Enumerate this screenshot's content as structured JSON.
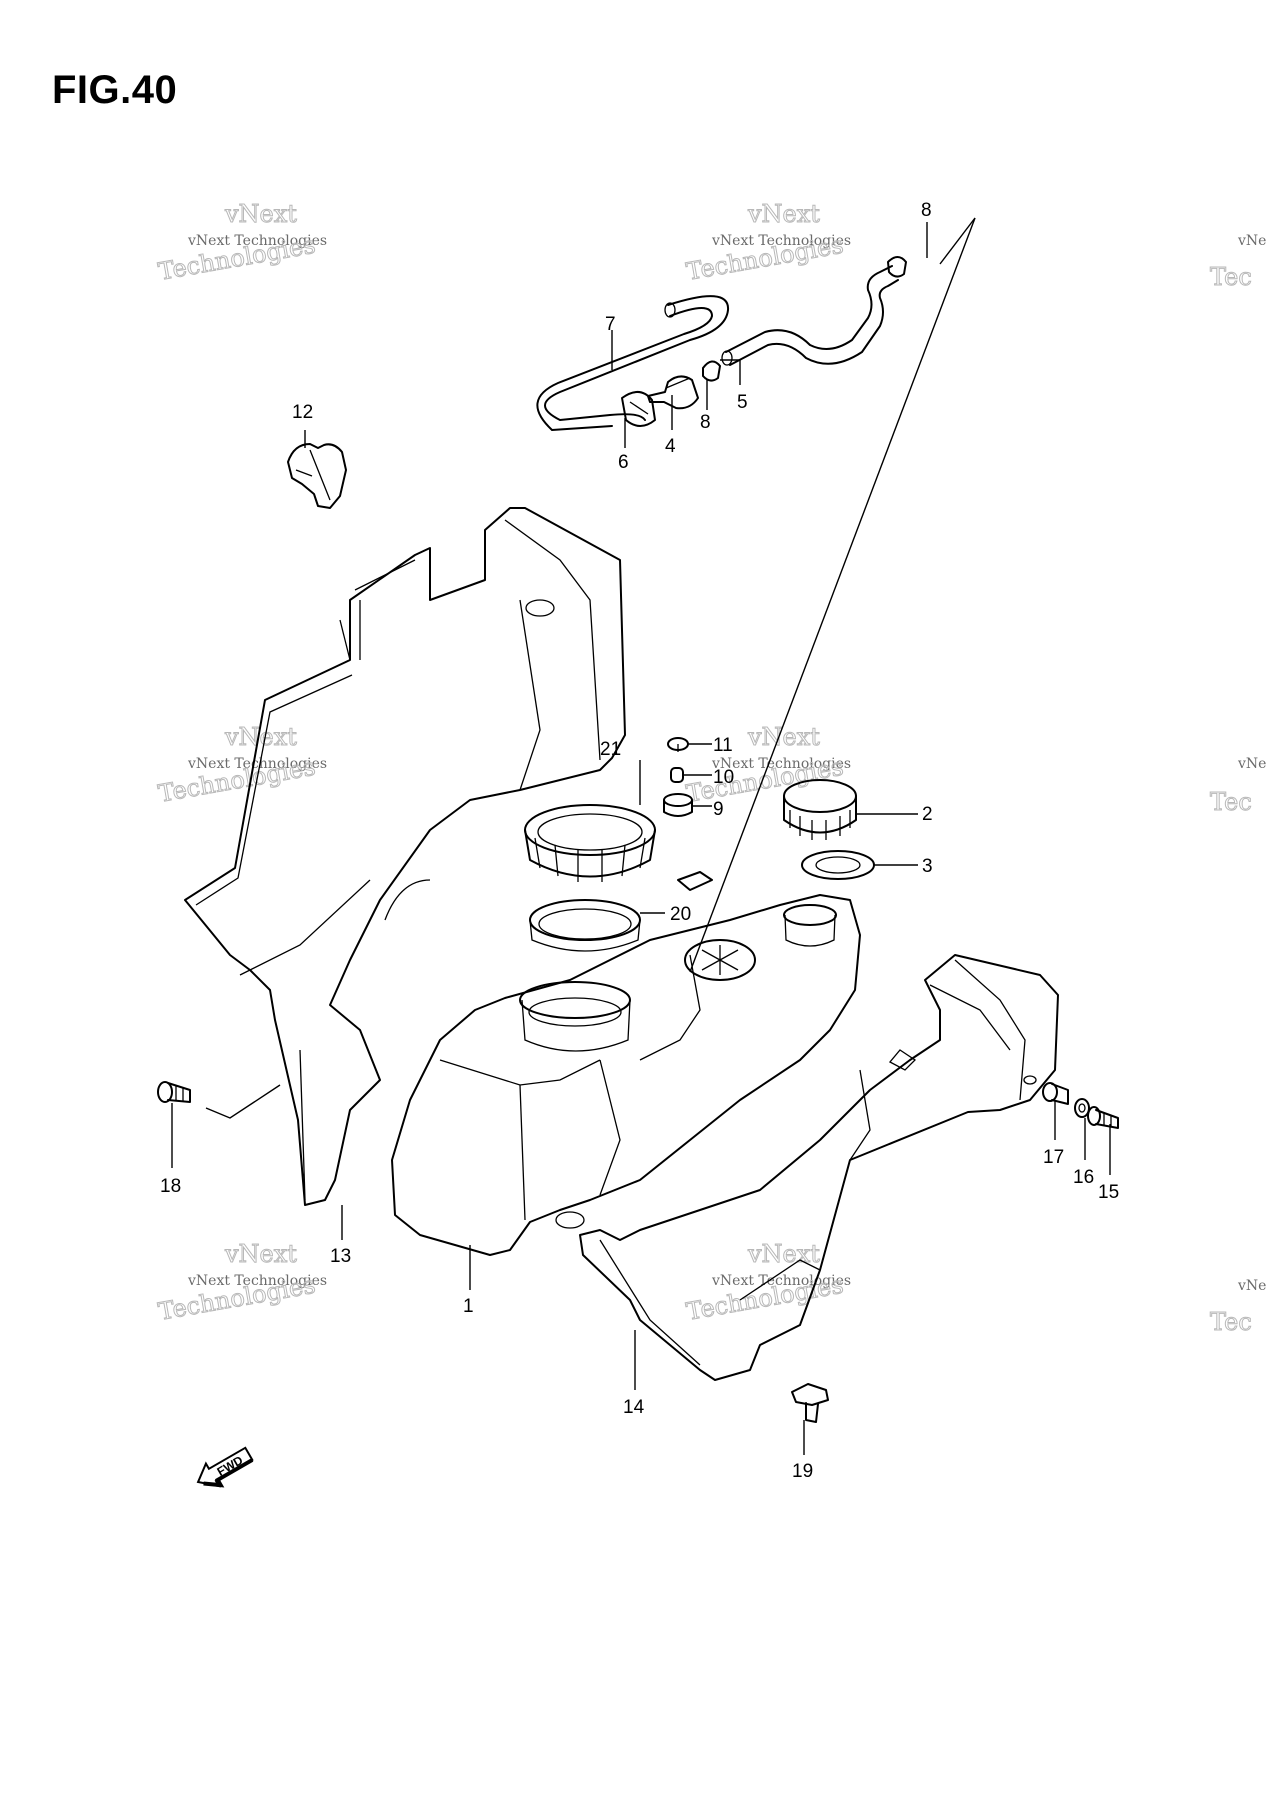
{
  "figure": {
    "title": "FIG.40"
  },
  "watermark": {
    "line_small": "vNext Technologies",
    "line_top": "vNext",
    "line_big": "Technologies"
  },
  "fwd_label": "FWD",
  "callouts": [
    {
      "id": "c1",
      "label": "1"
    },
    {
      "id": "c2",
      "label": "2"
    },
    {
      "id": "c3",
      "label": "3"
    },
    {
      "id": "c4",
      "label": "4"
    },
    {
      "id": "c5",
      "label": "5"
    },
    {
      "id": "c6",
      "label": "6"
    },
    {
      "id": "c7",
      "label": "7"
    },
    {
      "id": "c8a",
      "label": "8"
    },
    {
      "id": "c8b",
      "label": "8"
    },
    {
      "id": "c9",
      "label": "9"
    },
    {
      "id": "c10",
      "label": "10"
    },
    {
      "id": "c11",
      "label": "11"
    },
    {
      "id": "c12",
      "label": "12"
    },
    {
      "id": "c13",
      "label": "13"
    },
    {
      "id": "c14",
      "label": "14"
    },
    {
      "id": "c15",
      "label": "15"
    },
    {
      "id": "c16",
      "label": "16"
    },
    {
      "id": "c17",
      "label": "17"
    },
    {
      "id": "c18",
      "label": "18"
    },
    {
      "id": "c19",
      "label": "19"
    },
    {
      "id": "c20",
      "label": "20"
    },
    {
      "id": "c21",
      "label": "21"
    }
  ]
}
